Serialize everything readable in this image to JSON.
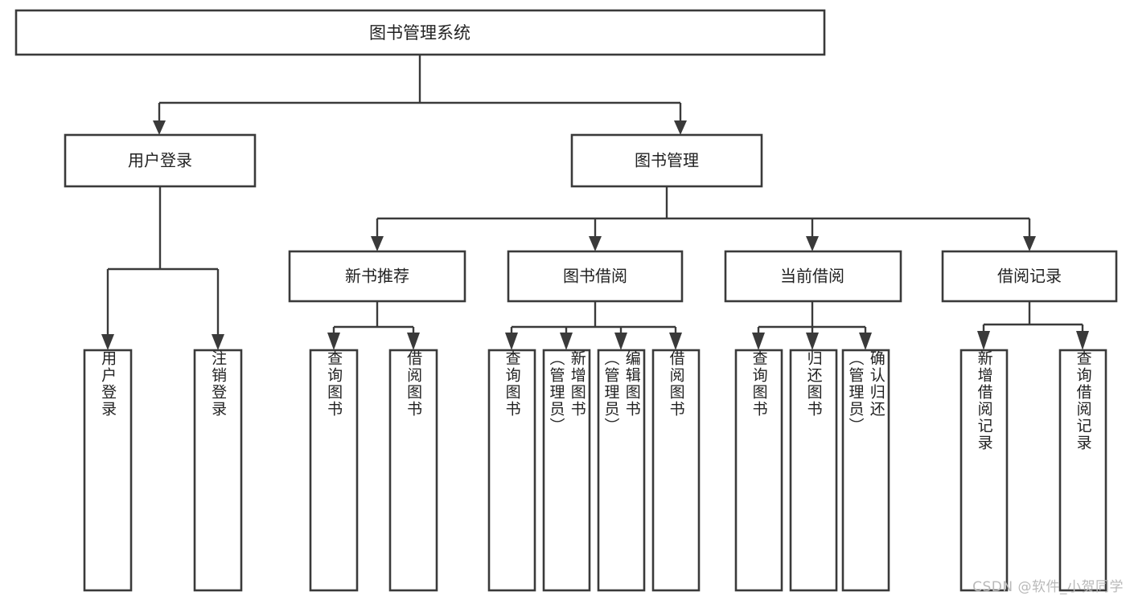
{
  "diagram": {
    "type": "tree-hierarchy",
    "title": "图书管理系统",
    "orientation": "top-down",
    "colors": {
      "box_stroke": "#3a3a3a",
      "box_fill": "#ffffff",
      "connector": "#3a3a3a",
      "text": "#222222",
      "background": "#ffffff",
      "watermark": "#b9b9b9"
    },
    "root": {
      "label": "图书管理系统"
    },
    "level2": [
      {
        "label": "用户登录"
      },
      {
        "label": "图书管理"
      }
    ],
    "level3": [
      {
        "label": "新书推荐"
      },
      {
        "label": "图书借阅"
      },
      {
        "label": "当前借阅"
      },
      {
        "label": "借阅记录"
      }
    ],
    "leaves": {
      "user_login": [
        {
          "lines": [
            "用户登录"
          ]
        },
        {
          "lines": [
            "注销登录"
          ]
        }
      ],
      "new_book": [
        {
          "lines": [
            "查询图书"
          ]
        },
        {
          "lines": [
            "借阅图书"
          ]
        }
      ],
      "book_borrow": [
        {
          "lines": [
            "查询图书"
          ]
        },
        {
          "lines": [
            "新增图书",
            "（管理员）"
          ]
        },
        {
          "lines": [
            "编辑图书",
            "（管理员）"
          ]
        },
        {
          "lines": [
            "借阅图书"
          ]
        }
      ],
      "current_borrow": [
        {
          "lines": [
            "查询图书"
          ]
        },
        {
          "lines": [
            "归还图书"
          ]
        },
        {
          "lines": [
            "确认归还",
            "（管理员）"
          ]
        }
      ],
      "borrow_record": [
        {
          "lines": [
            "新增借阅记录"
          ]
        },
        {
          "lines": [
            "查询借阅记录"
          ]
        }
      ]
    },
    "watermark": "CSDN @软件_小贺同学"
  }
}
